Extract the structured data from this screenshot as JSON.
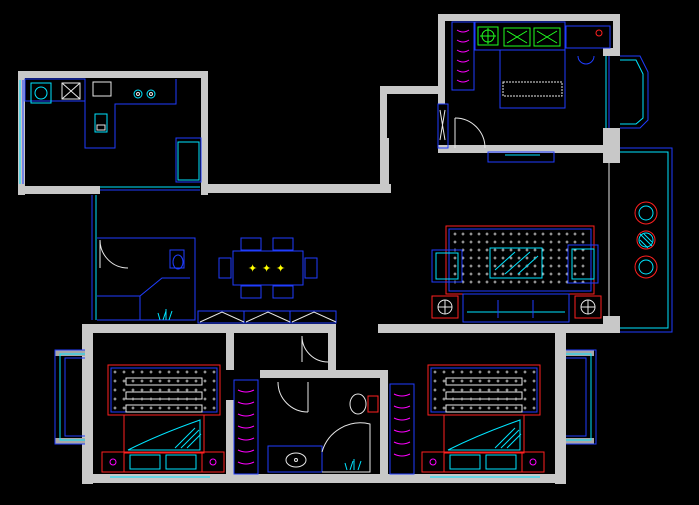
{
  "drawing": {
    "background": "#000000",
    "wall_color": "#c8c8c8",
    "colors": {
      "outline_blue": "#1f3dff",
      "furniture_cyan": "#00e5ff",
      "furniture_white": "#e8e8e8",
      "accent_red": "#ff2020",
      "plant_green": "#20ff20",
      "dining_yellow": "#ffff00",
      "bed_magenta": "#ff00ff"
    },
    "rooms": [
      "kitchen",
      "master-bedroom",
      "bathroom",
      "dining-area",
      "living-room",
      "bedroom-left",
      "bedroom-right",
      "toilet"
    ]
  }
}
